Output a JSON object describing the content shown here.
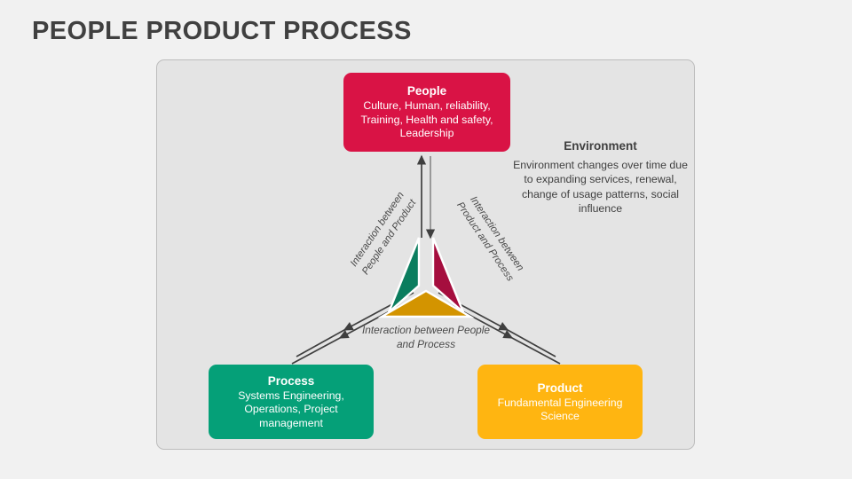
{
  "slide": {
    "title": "PEOPLE PRODUCT PROCESS",
    "background_color": "#f1f1f1",
    "panel_background_color": "#e4e4e4",
    "panel_border_color": "#bdbdbd",
    "title_color": "#404040"
  },
  "nodes": {
    "people": {
      "title": "People",
      "description": "Culture, Human, reliability, Training, Health and safety, Leadership",
      "color": "#d91345"
    },
    "process": {
      "title": "Process",
      "description": "Systems Engineering, Operations, Project management",
      "color": "#05a078"
    },
    "product": {
      "title": "Product",
      "description": "Fundamental Engineering Science",
      "color": "#ffb511"
    }
  },
  "environment": {
    "title": "Environment",
    "description": "Environment changes over time due to expanding services, renewal, change of usage patterns, social influence",
    "color": "#3f3f3f"
  },
  "connector_labels": {
    "people_product": "Interaction between\nPeople and Product",
    "product_process": "Interaction between\nProduct and Process",
    "people_process": "Interaction between People\nand Process"
  },
  "center_pinwheel": {
    "upper_left_wedge_color": "#0b7d5e",
    "upper_right_wedge_color": "#a50e3e",
    "bottom_wedge_color": "#d39400",
    "outline_color": "#ffffff"
  },
  "arrows": {
    "color": "#3f3f3f",
    "people_up_label": "arrow-up-to-people",
    "people_down_label": "arrow-down-from-people",
    "process_out_label": "arrow-to-process",
    "process_in_label": "arrow-from-process",
    "product_out_label": "arrow-to-product",
    "product_in_label": "arrow-from-product"
  }
}
